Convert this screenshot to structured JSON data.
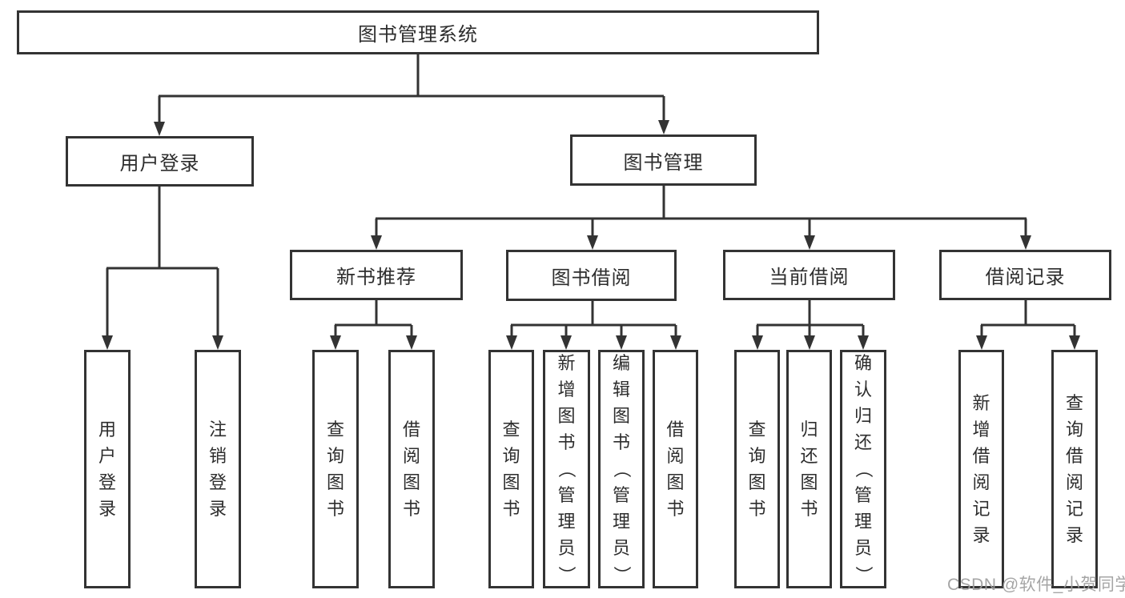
{
  "diagram": {
    "title": "图书管理系统",
    "tree": {
      "label": "图书管理系统",
      "children": [
        {
          "label": "用户登录",
          "children": [
            {
              "label": "用户登录"
            },
            {
              "label": "注销登录"
            }
          ]
        },
        {
          "label": "图书管理",
          "children": [
            {
              "label": "新书推荐",
              "children": [
                {
                  "label": "查询图书"
                },
                {
                  "label": "借阅图书"
                }
              ]
            },
            {
              "label": "图书借阅",
              "children": [
                {
                  "label": "查询图书"
                },
                {
                  "label": "新增图书（管理员）"
                },
                {
                  "label": "编辑图书（管理员）"
                },
                {
                  "label": "借阅图书"
                }
              ]
            },
            {
              "label": "当前借阅",
              "children": [
                {
                  "label": "查询图书"
                },
                {
                  "label": "归还图书"
                },
                {
                  "label": "确认归还（管理员）"
                }
              ]
            },
            {
              "label": "借阅记录",
              "children": [
                {
                  "label": "新增借阅记录"
                },
                {
                  "label": "查询借阅记录"
                }
              ]
            }
          ]
        }
      ]
    },
    "colors": {
      "line": "#333333",
      "text": "#2d2d2d",
      "watermark": "#9e9e9e",
      "background": "#ffffff"
    }
  },
  "watermark": {
    "text": "CSDN @软件_小贺同学"
  }
}
